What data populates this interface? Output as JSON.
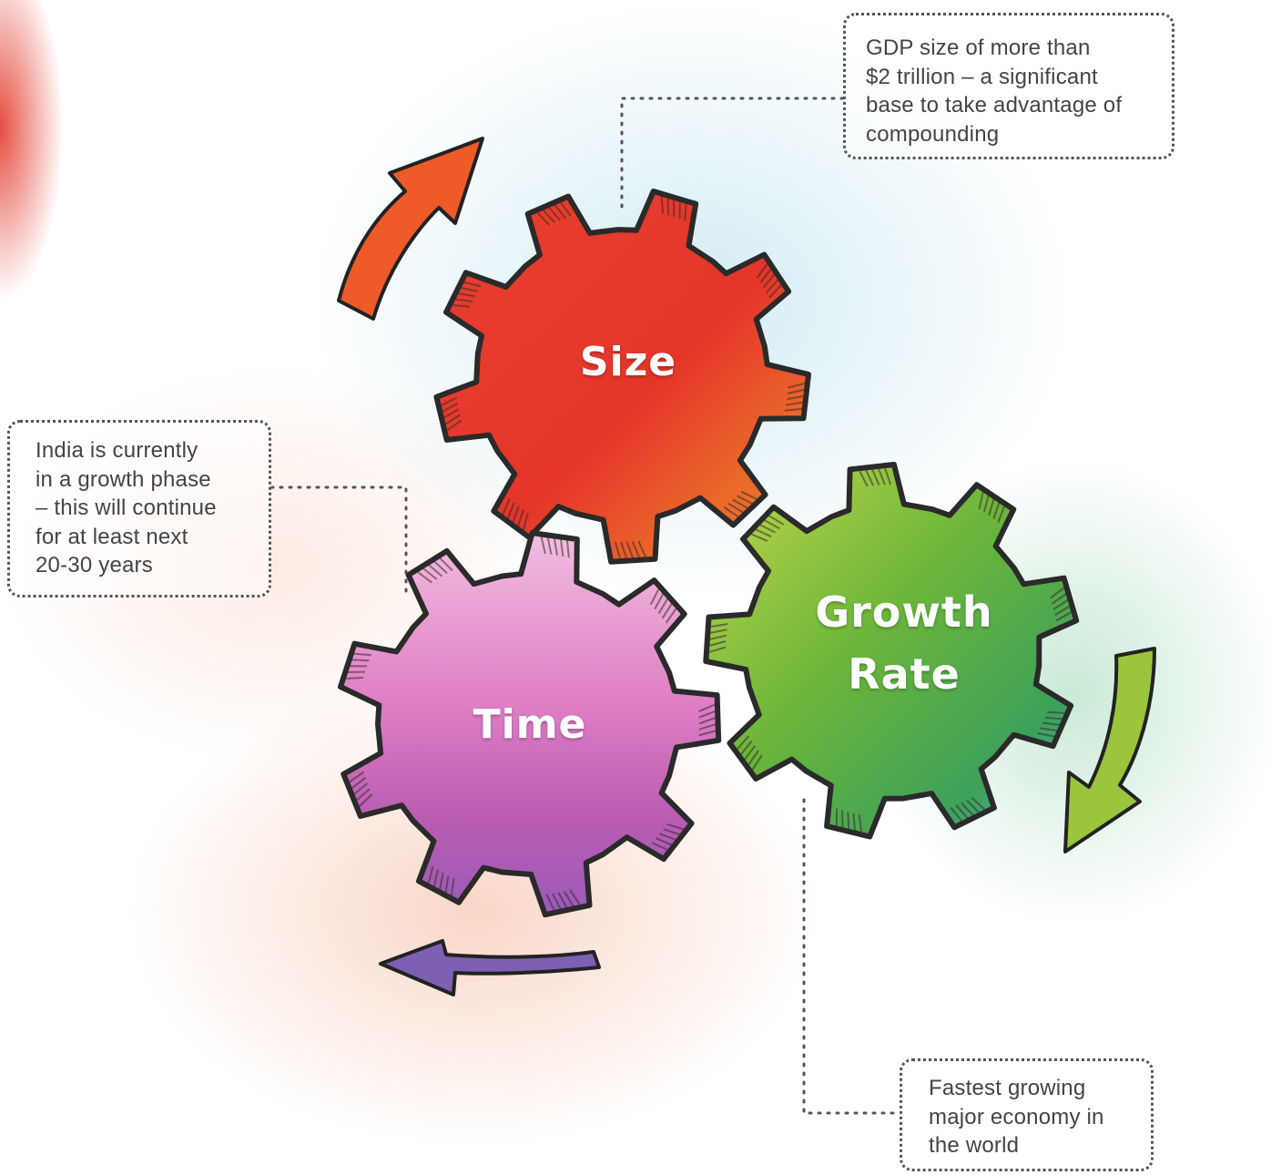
{
  "gears": {
    "size": {
      "label": "Size",
      "color": "#e8372a"
    },
    "time": {
      "label": "Time",
      "color": "#c55db3"
    },
    "growth": {
      "label_line1": "Growth",
      "label_line2": "Rate",
      "color": "#6fb83a"
    }
  },
  "notes": {
    "size": {
      "lines": [
        "GDP size of more than",
        "$2 trillion – a significant",
        "base to take advantage of",
        "compounding"
      ]
    },
    "time": {
      "lines": [
        "India is currently",
        "in a growth phase",
        "– this will continue",
        "for at least next",
        "20-30 years"
      ]
    },
    "growth": {
      "lines": [
        "Fastest growing",
        "major economy in",
        "the world"
      ]
    }
  },
  "arrows": {
    "orange": "#ee5a28",
    "green": "#9bc53d",
    "purple": "#7f5fb3"
  }
}
